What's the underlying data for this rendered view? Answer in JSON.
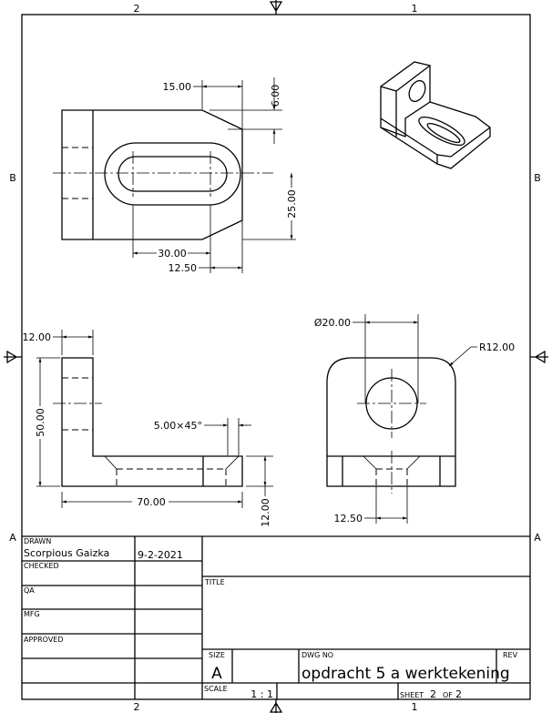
{
  "zones": {
    "top": [
      "2",
      "1"
    ],
    "bottom": [
      "2",
      "1"
    ],
    "left": [
      "B",
      "A"
    ],
    "right": [
      "B",
      "A"
    ]
  },
  "dimensions": {
    "top_view": {
      "d15": "15.00",
      "d6": "6.00",
      "d25": "25.00",
      "d30": "30.00",
      "d12_5": "12.50"
    },
    "side_view": {
      "d12": "12.00",
      "d50": "50.00",
      "d70": "70.00",
      "d12b": "12.00",
      "chamfer": "5.00×45°"
    },
    "front_view": {
      "dia": "Ø20.00",
      "radius": "R12.00",
      "d12_5": "12.50"
    }
  },
  "title_block": {
    "drawn_label": "DRAWN",
    "drawn_by": "Scorpious Gaizka",
    "drawn_date": "9-2-2021",
    "checked_label": "CHECKED",
    "qa_label": "QA",
    "mfg_label": "MFG",
    "approved_label": "APPROVED",
    "title_label": "TITLE",
    "size_label": "SIZE",
    "size": "A",
    "dwg_no_label": "DWG NO",
    "dwg_no": "opdracht 5 a werktekening",
    "rev_label": "REV",
    "scale_label": "SCALE",
    "scale": "1 : 1",
    "sheet_label": "SHEET",
    "sheet": "2",
    "of_label": "OF",
    "sheet_total": "2"
  }
}
